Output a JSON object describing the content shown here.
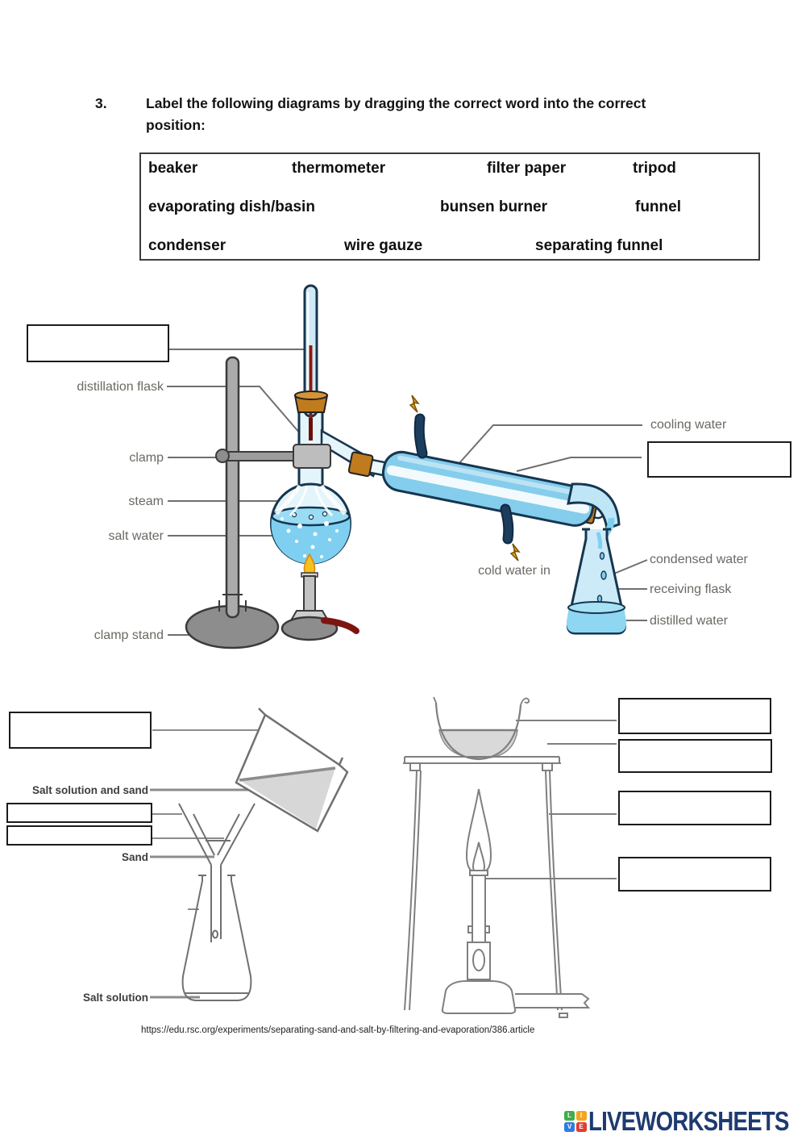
{
  "question": {
    "number": "3.",
    "text_line1": "Label the following diagrams by dragging the correct word into the correct",
    "text_line2": "position:"
  },
  "word_bank": {
    "words": [
      {
        "label": "beaker"
      },
      {
        "label": "thermometer"
      },
      {
        "label": "filter paper"
      },
      {
        "label": "tripod"
      },
      {
        "label": "evaporating dish/basin"
      },
      {
        "label": "bunsen burner"
      },
      {
        "label": "funnel"
      },
      {
        "label": "condenser"
      },
      {
        "label": "wire gauze"
      },
      {
        "label": "separating funnel"
      }
    ]
  },
  "distillation_diagram": {
    "labels": {
      "distillation_flask": "distillation flask",
      "clamp": "clamp",
      "steam": "steam",
      "salt_water": "salt water",
      "clamp_stand": "clamp stand",
      "cooling_water": "cooling water",
      "cold_water_in": "cold water in",
      "condensed_water": "condensed water",
      "receiving_flask": "receiving flask",
      "distilled_water": "distilled water"
    },
    "empty_answer_boxes": 2
  },
  "filtration_diagram": {
    "labels": {
      "salt_solution_and_sand": "Salt solution and sand",
      "sand": "Sand",
      "salt_solution": "Salt solution"
    },
    "empty_answer_boxes": 3
  },
  "evaporation_diagram": {
    "empty_answer_boxes": 4
  },
  "source": {
    "url": "https://edu.rsc.org/experiments/separating-sand-and-salt-by-filtering-and-evaporation/386.article"
  },
  "branding": {
    "logo_text": "LIVEWORKSHEETS",
    "logo_tiles": [
      {
        "letter": "L",
        "color": "#3fae49"
      },
      {
        "letter": "I",
        "color": "#f7a41d"
      },
      {
        "letter": "V",
        "color": "#2e7ce0"
      },
      {
        "letter": "E",
        "color": "#e23c30"
      }
    ],
    "logo_text_color": "#1e3a70"
  },
  "colors": {
    "glass_blue": "#7cc4e8",
    "pale_glass": "#e4f4fb",
    "liquid_blue": "#8fd6f2",
    "cork_orange": "#c07b1f",
    "pipe_navy": "#1d3d5c",
    "label_gray": "#6b6963",
    "outline_navy": "#16364f",
    "diagram_gray": "#707070"
  }
}
